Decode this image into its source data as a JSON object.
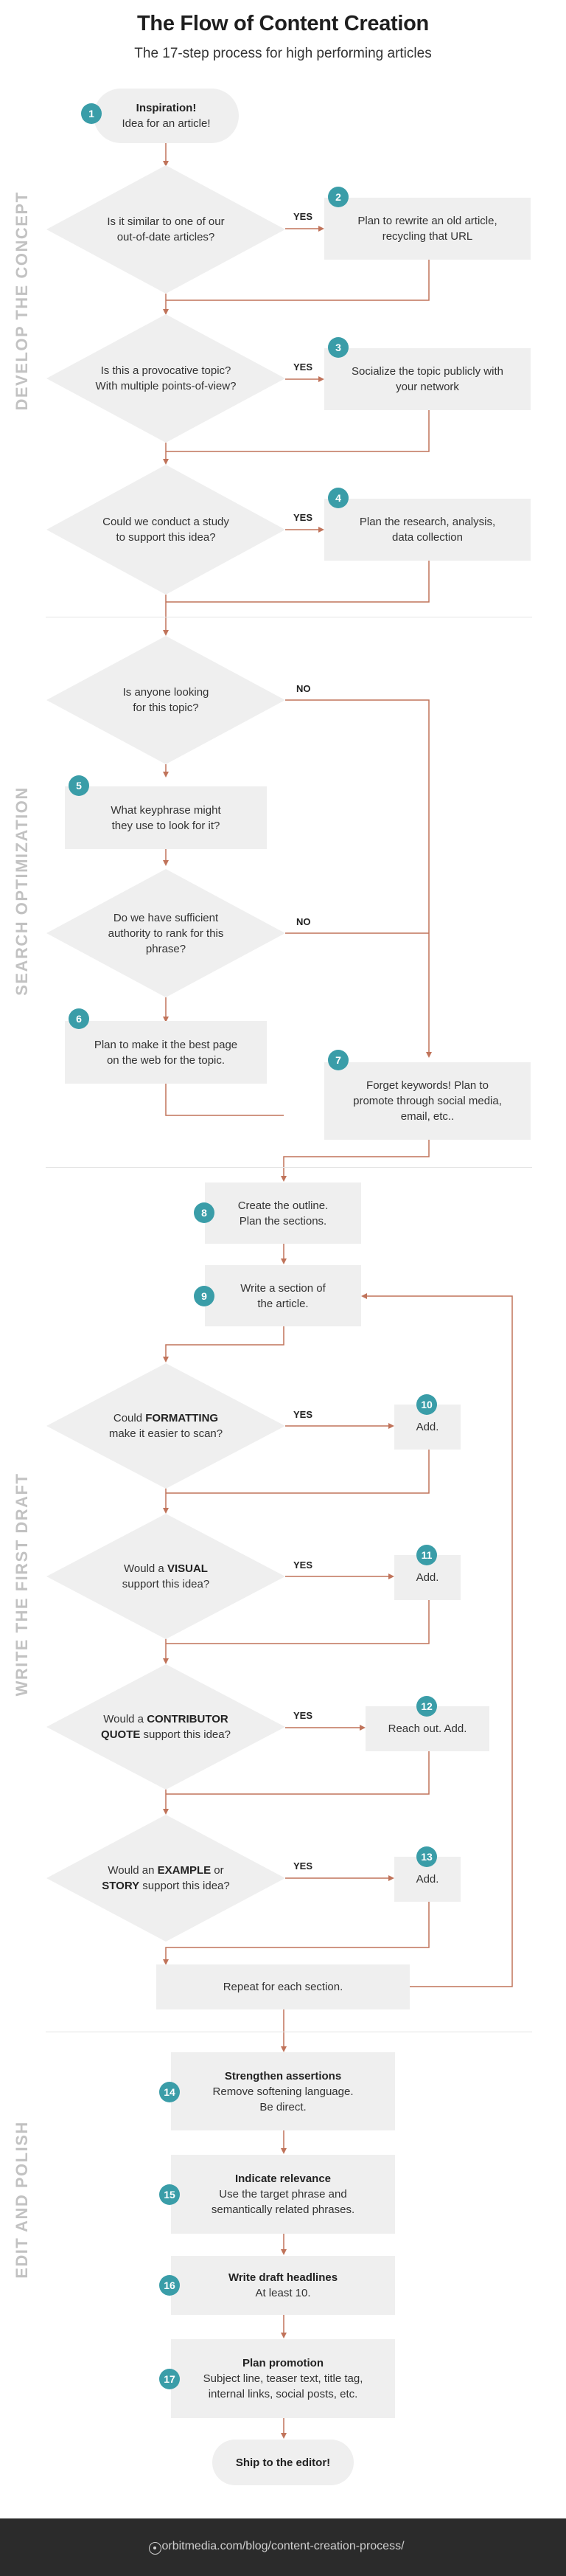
{
  "header": {
    "title": "The Flow of Content Creation",
    "subtitle": "The 17-step process for high performing articles"
  },
  "sections": {
    "develop": "DEVELOP THE CONCEPT",
    "search": "SEARCH OPTIMIZATION",
    "write": "WRITE THE FIRST DRAFT",
    "edit": "EDIT AND POLISH"
  },
  "edge_labels": {
    "yes": "YES",
    "no": "NO"
  },
  "steps": {
    "s1": {
      "num": "1",
      "title": "Inspiration!",
      "text": "Idea for an article!"
    },
    "s2": {
      "num": "2",
      "line1": "Plan to rewrite an old article,",
      "line2": "recycling that URL"
    },
    "s3": {
      "num": "3",
      "line1": "Socialize the topic publicly with",
      "line2": "your network"
    },
    "s4": {
      "num": "4",
      "line1": "Plan the research, analysis,",
      "line2": "data collection"
    },
    "s5": {
      "num": "5",
      "line1": "What keyphrase might",
      "line2": "they use to look for it?"
    },
    "s6": {
      "num": "6",
      "line1": "Plan to make it the best page",
      "line2": "on the web for the topic."
    },
    "s7": {
      "num": "7",
      "line1": "Forget keywords! Plan to",
      "line2": "promote through social media,",
      "line3": "email, etc.."
    },
    "s8": {
      "num": "8",
      "line1": "Create the outline.",
      "line2": "Plan the sections."
    },
    "s9": {
      "num": "9",
      "line1": "Write a section of",
      "line2": "the article."
    },
    "s10": {
      "num": "10",
      "text": "Add."
    },
    "s11": {
      "num": "11",
      "text": "Add."
    },
    "s12": {
      "num": "12",
      "text": "Reach out. Add."
    },
    "s13": {
      "num": "13",
      "text": "Add."
    },
    "repeat": {
      "text": "Repeat for each section."
    },
    "s14": {
      "num": "14",
      "title": "Strengthen assertions",
      "line1": "Remove softening language.",
      "line2": "Be direct."
    },
    "s15": {
      "num": "15",
      "title": "Indicate relevance",
      "line1": "Use the target phrase and",
      "line2": "semantically related phrases."
    },
    "s16": {
      "num": "16",
      "title": "Write draft headlines",
      "line1": "At least 10."
    },
    "s17": {
      "num": "17",
      "title": "Plan promotion",
      "line1": "Subject line, teaser text, title tag,",
      "line2": "internal links, social posts, etc."
    },
    "ship": {
      "text": "Ship to the editor!"
    }
  },
  "decisions": {
    "d1": {
      "line1": "Is it similar to one of our",
      "line2": "out-of-date articles?"
    },
    "d2": {
      "line1": "Is this a provocative topic?",
      "line2": "With multiple points-of-view?"
    },
    "d3": {
      "line1": "Could we conduct a study",
      "line2": "to support this idea?"
    },
    "d4": {
      "line1": "Is anyone looking",
      "line2": "for this topic?"
    },
    "d5": {
      "line1": "Do we have sufficient",
      "line2": "authority to rank for this",
      "line3": "phrase?"
    },
    "d6": {
      "pre": "Could ",
      "bold": "FORMATTING",
      "post": "",
      "line2": "make it easier to scan?"
    },
    "d7": {
      "pre": "Would a ",
      "bold": "VISUAL",
      "post": "",
      "line2": "support this idea?"
    },
    "d8": {
      "pre": "Would a ",
      "bold": "CONTRIBUTOR",
      "post": "",
      "bold2": "QUOTE",
      "line2": " support this idea?"
    },
    "d9": {
      "pre": "Would an ",
      "bold": "EXAMPLE",
      "post": " or",
      "bold2": "STORY",
      "line2": " support this idea?"
    }
  },
  "footer": {
    "url": "orbitmedia.com/blog/content-creation-process/"
  },
  "colors": {
    "accent": "#3a9da8",
    "connector": "#c0735a",
    "box": "#efefef",
    "section_label": "#c2c2c2",
    "footer_bg": "#2b2b2b"
  }
}
